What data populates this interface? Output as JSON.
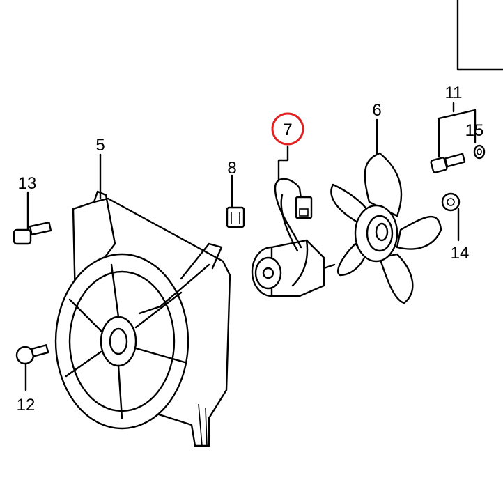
{
  "diagram": {
    "callouts": [
      {
        "id": "11",
        "label": "11"
      },
      {
        "id": "6",
        "label": "6"
      },
      {
        "id": "7",
        "label": "7",
        "highlighted": true
      },
      {
        "id": "15",
        "label": "15"
      },
      {
        "id": "5",
        "label": "5"
      },
      {
        "id": "8",
        "label": "8"
      },
      {
        "id": "13",
        "label": "13"
      },
      {
        "id": "14",
        "label": "14"
      },
      {
        "id": "12",
        "label": "12"
      }
    ],
    "highlight_color": "#e02020"
  }
}
